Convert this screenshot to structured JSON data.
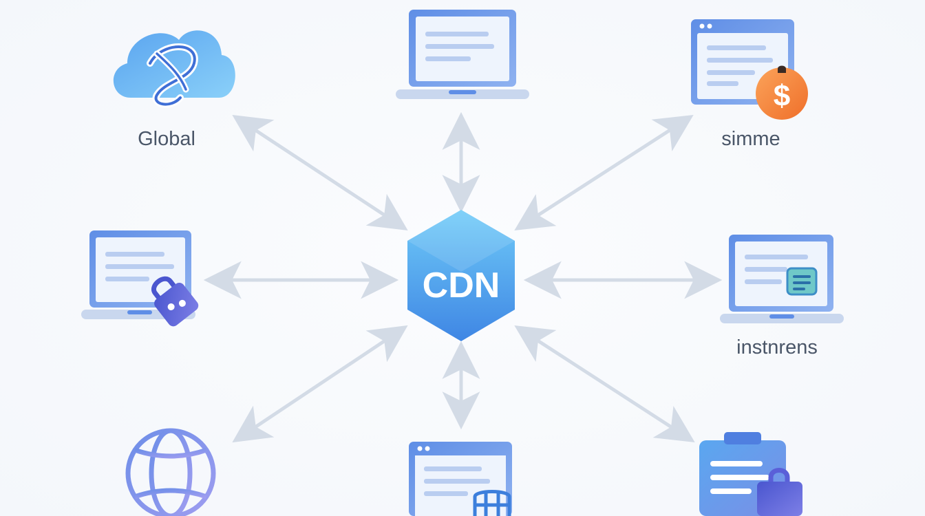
{
  "hub": {
    "label": "CDN"
  },
  "nodes": [
    {
      "id": "cloud",
      "icon": "cloud-icon",
      "label": "Global"
    },
    {
      "id": "laptop-top",
      "icon": "laptop-icon",
      "label": ""
    },
    {
      "id": "browser-payment",
      "icon": "browser-dollar-icon",
      "label": "simme"
    },
    {
      "id": "laptop-lock",
      "icon": "laptop-lock-icon",
      "label": ""
    },
    {
      "id": "laptop-doc",
      "icon": "laptop-document-icon",
      "label": "instnrens"
    },
    {
      "id": "globe",
      "icon": "globe-icon",
      "label": ""
    },
    {
      "id": "browser-grid",
      "icon": "browser-grid-icon",
      "label": ""
    },
    {
      "id": "clipboard-lock",
      "icon": "clipboard-lock-icon",
      "label": ""
    }
  ],
  "colors": {
    "hub_light": "#6ec7f7",
    "hub_dark": "#3f8de6",
    "arrow": "#d3dbe6",
    "screen_frame": "#6f97e8",
    "screen_fill": "#eef4fd",
    "text_lines": "#b9cdf0",
    "dollar": "#f5883b",
    "lock": "#5a5fd8"
  }
}
